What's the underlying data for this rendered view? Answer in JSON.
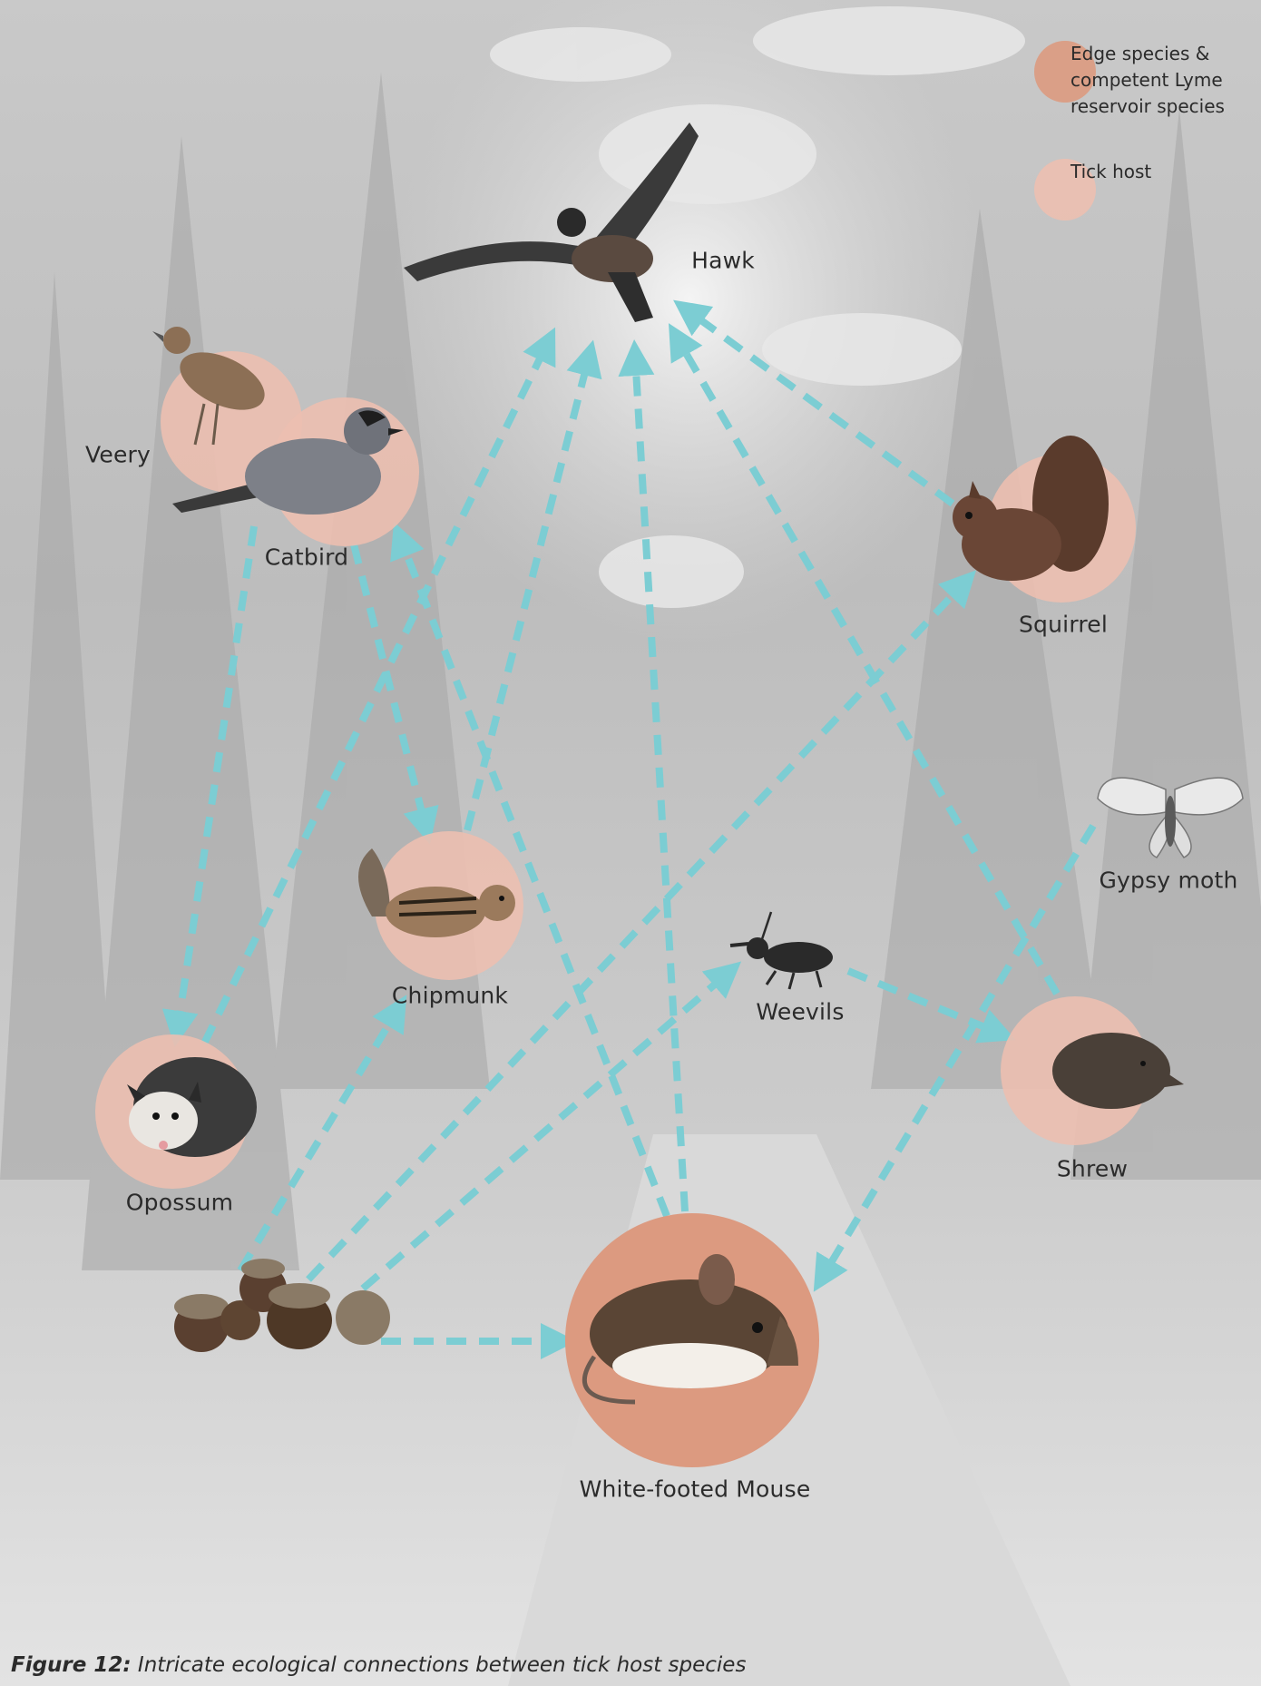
{
  "legend": {
    "edge_label": "Edge species & competent Lyme reservoir species",
    "host_label": "Tick host",
    "edge_color": "#dc9a80",
    "host_color": "#ecbfb0"
  },
  "colors": {
    "arrow": "#7ccdd3",
    "edge_circle": "#dc9a80",
    "host_circle": "#ecbfb0"
  },
  "nodes": {
    "hawk": "Hawk",
    "veery": "Veery",
    "catbird": "Catbird",
    "squirrel": "Squirrel",
    "chipmunk": "Chipmunk",
    "gypsy_moth": "Gypsy moth",
    "weevils": "Weevils",
    "shrew": "Shrew",
    "opossum": "Opossum",
    "mouse": "White-footed Mouse",
    "acorns": ""
  },
  "edges": [
    {
      "from": "Catbird",
      "to": "Opossum"
    },
    {
      "from": "Catbird",
      "to": "Chipmunk"
    },
    {
      "from": "Opossum",
      "to": "Hawk"
    },
    {
      "from": "Chipmunk",
      "to": "Hawk"
    },
    {
      "from": "White-footed Mouse",
      "to": "Hawk"
    },
    {
      "from": "White-footed Mouse",
      "to": "Catbird"
    },
    {
      "from": "Shrew",
      "to": "Hawk"
    },
    {
      "from": "Squirrel",
      "to": "Hawk"
    },
    {
      "from": "Acorns",
      "to": "Chipmunk"
    },
    {
      "from": "Acorns",
      "to": "Squirrel"
    },
    {
      "from": "Acorns",
      "to": "Weevils"
    },
    {
      "from": "Acorns",
      "to": "White-footed Mouse"
    },
    {
      "from": "Weevils",
      "to": "Shrew"
    },
    {
      "from": "Gypsy moth",
      "to": "White-footed Mouse"
    }
  ],
  "caption": {
    "number": "Figure 12:",
    "text": "Intricate ecological connections between tick host species"
  }
}
